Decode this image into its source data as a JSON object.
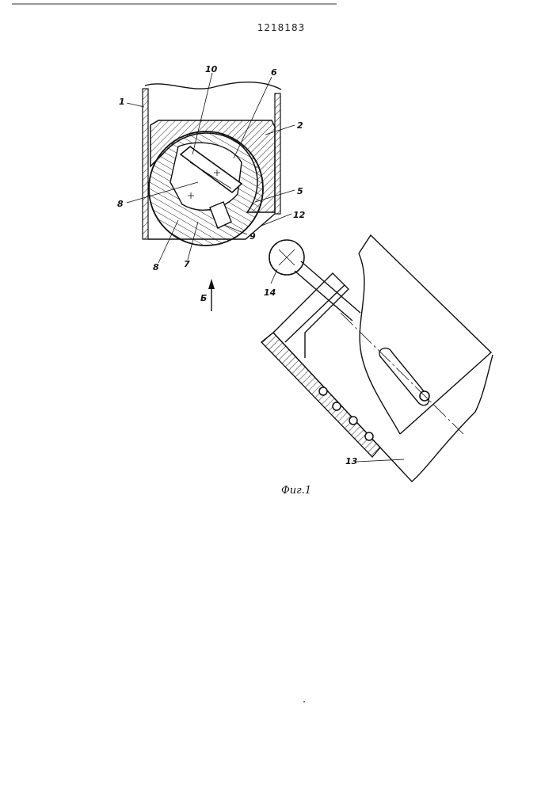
{
  "patent_number": "1218183",
  "figure_caption": "Фиг.1",
  "view_label": "Б",
  "part_labels": {
    "p1": "1",
    "p2": "2",
    "p5": "5",
    "p6": "6",
    "p7": "7",
    "p8a": "8",
    "p8b": "8",
    "p9": "9",
    "p10": "10",
    "p12": "12",
    "p13": "13",
    "p14": "14"
  }
}
